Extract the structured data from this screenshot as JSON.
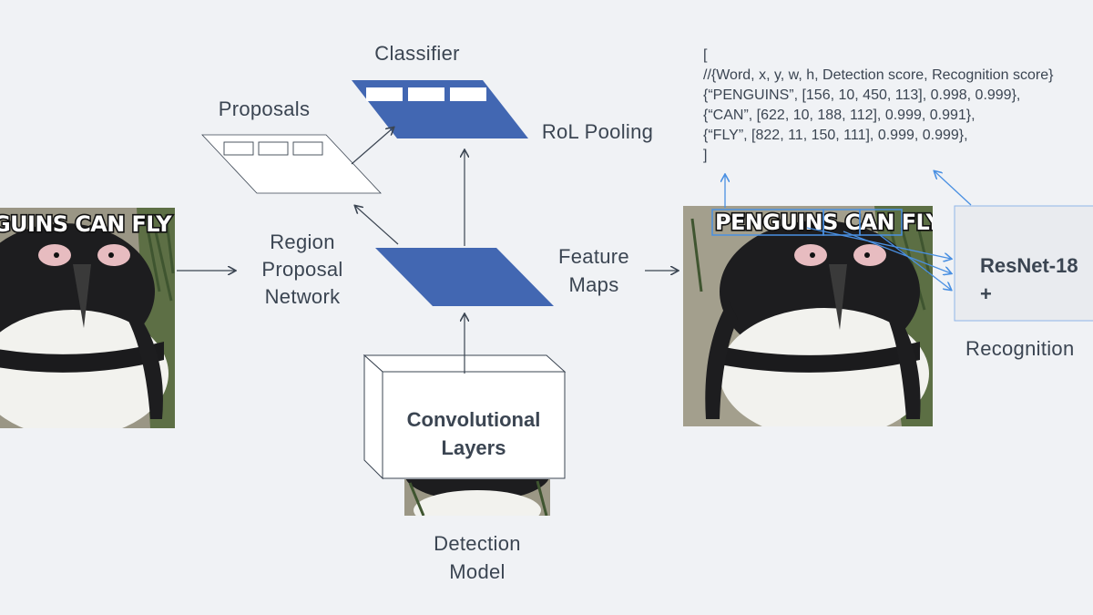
{
  "labels": {
    "classifier": "Classifier",
    "proposals": "Proposals",
    "roi_pooling": "RoL Pooling",
    "region_proposal_network": [
      "Region",
      "Proposal",
      "Network"
    ],
    "feature_maps": [
      "Feature",
      "Maps"
    ],
    "convolutional_layers": [
      "Convolutional",
      "Layers"
    ],
    "detection_model": [
      "Detection",
      "Model"
    ],
    "recognition": "Recognition",
    "resnet": "ResNet-18 +"
  },
  "image_captions": {
    "input_image": "GUINS CAN FLY",
    "output_image": "PENGUINS CAN FLY"
  },
  "json_output": [
    "[",
    "//{Word, x, y, w, h, Detection score, Recognition score}",
    "{“PENGUINS”, [156, 10, 450, 113], 0.998, 0.999},",
    "{“CAN”, [622, 10, 188, 112], 0.999, 0.991},",
    "{“FLY”, [822, 11, 150, 111], 0.999, 0.999},",
    "]"
  ],
  "colors": {
    "background": "#f0f2f5",
    "accent_blue": "#4267b2",
    "arrow_light_blue": "#4a90e2",
    "text": "#3b4552"
  }
}
